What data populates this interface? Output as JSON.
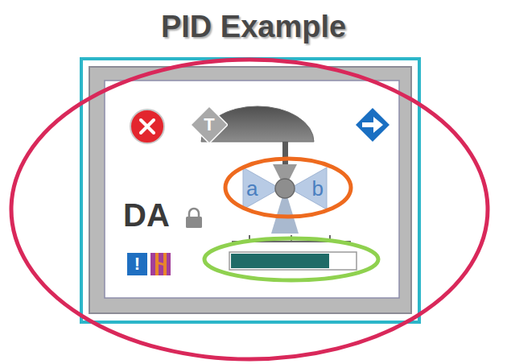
{
  "diagram": {
    "title": "PID Example",
    "nodes": [
      {
        "text": [
          "T"
        ]
      },
      {
        "text": [
          "a"
        ]
      },
      {
        "text": [
          "b"
        ]
      },
      {
        "text": [
          "!"
        ]
      }
    ],
    "labels": [
      "DA"
    ]
  }
}
